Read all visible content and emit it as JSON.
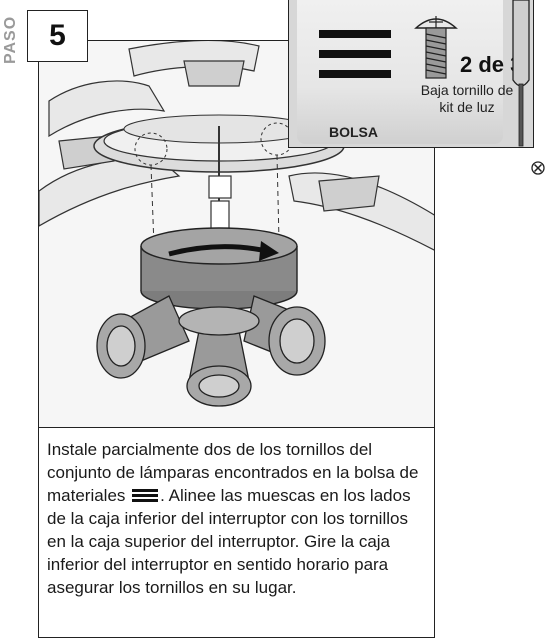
{
  "step": {
    "label": "PASO",
    "number": "5"
  },
  "bag": {
    "label": "BOLSA",
    "quantity": "2 de 3",
    "description_line1": "Baja tornillo de",
    "description_line2": "kit de luz",
    "icon": "hardware-bag-icon"
  },
  "instructions": {
    "line1": "Instale parcialmente dos de los tornillos del",
    "line2": "conjunto de lámparas encontrados en la bolsa de",
    "line3_before": "materiales",
    "line3_after": ". Alinee las muescas en los lados",
    "line4": "de la caja inferior del interruptor con los tornillos",
    "line5": "en la caja superior del interruptor. Gire la caja",
    "line6": "inferior del interruptor en sentido horario para",
    "line7": "asegurar los tornillos en su lugar."
  },
  "icons": {
    "materials": "materials-bag-icon",
    "screw": "screw-icon",
    "screwdriver": "screwdriver-icon",
    "close_mark": "cross-circle-icon"
  },
  "colors": {
    "frame_border": "#222222",
    "bag_background": "#d7d7d7",
    "illustration_gray": "#8a8a8a"
  }
}
